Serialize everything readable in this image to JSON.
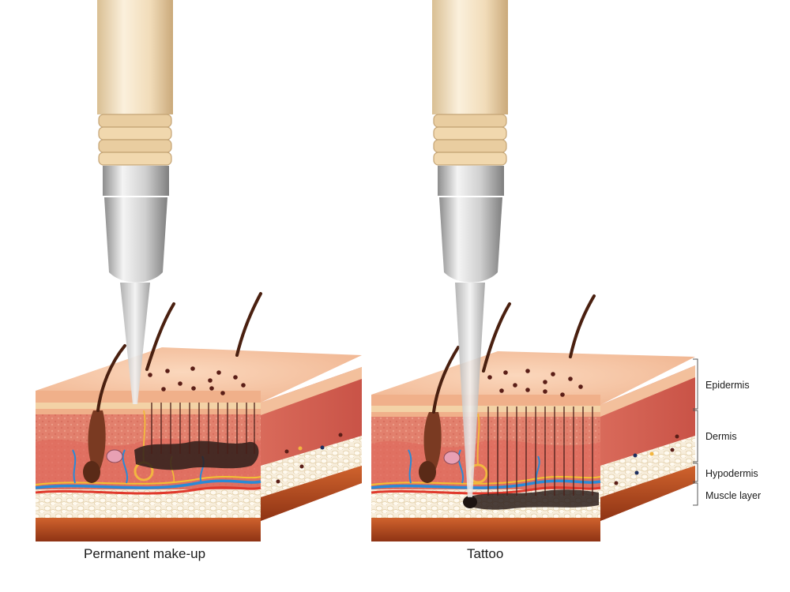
{
  "captions": {
    "left": "Permanent make-up",
    "right": "Tattoo"
  },
  "layers": {
    "epidermis": "Epidermis",
    "dermis": "Dermis",
    "hypodermis": "Hypodermis",
    "muscle": "Muscle layer"
  },
  "colors": {
    "background": "#ffffff",
    "skin_top": "#f7c9a6",
    "epidermis": "#e9a37f",
    "dermis": "#e4766a",
    "hypodermis": "#f6ead4",
    "muscle": "#b84a24",
    "ink": "#2a1d1a",
    "handpiece": "#efd8b3",
    "needle_cartridge": "#c9c9c9"
  }
}
